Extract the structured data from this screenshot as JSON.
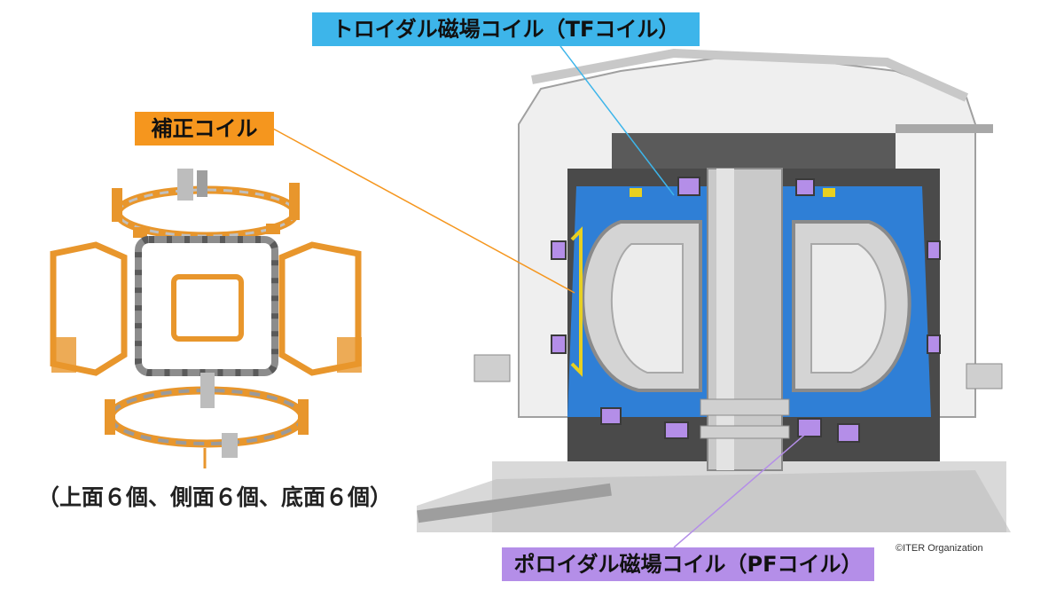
{
  "labels": {
    "tf_coil": "トロイダル磁場コイル（TFコイル）",
    "correction_coil": "補正コイル",
    "pf_coil": "ポロイダル磁場コイル（PFコイル）"
  },
  "caption": "（上面６個、側面６個、底面６個）",
  "credit": "©ITER Organization",
  "colors": {
    "tf_coil": "#3db5ea",
    "correction_coil": "#f5961e",
    "pf_coil": "#b48ee8",
    "vessel_blue": "#2f7fd6"
  }
}
